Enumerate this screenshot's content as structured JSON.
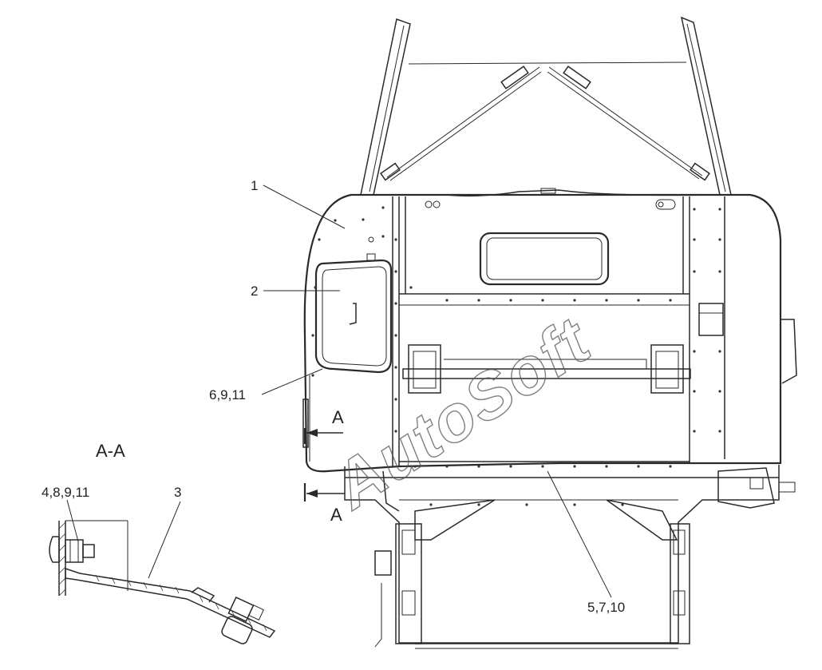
{
  "callouts": {
    "c1": "1",
    "c2": "2",
    "c3": "3",
    "c6911": "6,9,11",
    "c48911": "4,8,9,11",
    "c5710": "5,7,10"
  },
  "section": {
    "title": "A-A",
    "marker_top": "A",
    "marker_bottom": "A"
  },
  "watermark": "AutoSoft",
  "colors": {
    "line": "#2a2a2a",
    "background": "#ffffff"
  }
}
